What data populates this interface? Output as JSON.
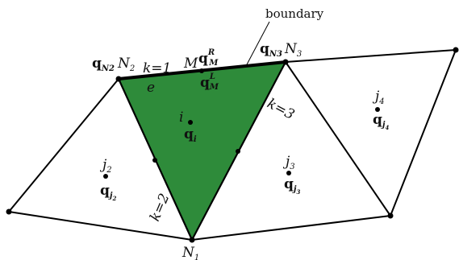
{
  "colors": {
    "fill": "#2e8b3a",
    "stroke": "#000000",
    "background": "#ffffff"
  },
  "boundary_label": "boundary",
  "nodes": {
    "N2": {
      "q": "q",
      "q_sub": "N2",
      "name": "N",
      "name_sub": "2"
    },
    "N3": {
      "q": "q",
      "q_sub": "N3",
      "name": "N",
      "name_sub": "3"
    },
    "N1": {
      "name": "N",
      "name_sub": "1"
    }
  },
  "edge_labels": {
    "k1": "k=1",
    "k2": "k=2",
    "k3": "k=3"
  },
  "element_label": "e",
  "midpoint": {
    "name": "M",
    "qR": "q",
    "qR_sub": "M",
    "qR_sup": "R",
    "qL": "q",
    "qL_sub": "M",
    "qL_sup": "L"
  },
  "cells": {
    "i": {
      "name": "i",
      "q": "q",
      "q_sub": "i"
    },
    "j2": {
      "name": "j",
      "name_sub": "2",
      "q": "q",
      "q_sub": "j",
      "q_subsub": "2"
    },
    "j3": {
      "name": "j",
      "name_sub": "3",
      "q": "q",
      "q_sub": "j",
      "q_subsub": "3"
    },
    "j4": {
      "name": "j",
      "name_sub": "4",
      "q": "q",
      "q_sub": "j",
      "q_subsub": "4"
    }
  }
}
